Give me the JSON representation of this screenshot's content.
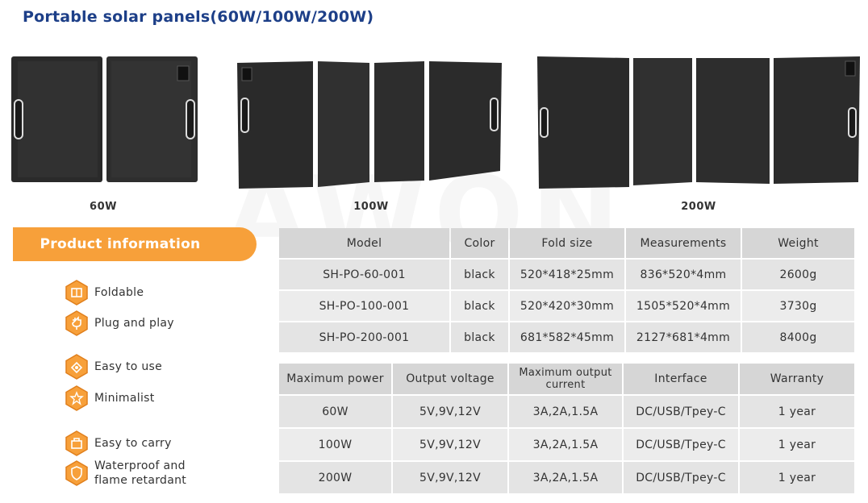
{
  "page": {
    "title": "Portable solar panels(60W/100W/200W)"
  },
  "panels": [
    {
      "caption": "60W"
    },
    {
      "caption": "100W"
    },
    {
      "caption": "200W"
    }
  ],
  "watermark": {
    "text": "AWON"
  },
  "info": {
    "banner": "Product information"
  },
  "features": [
    {
      "label": "Foldable",
      "icon": "fold-icon"
    },
    {
      "label": "Plug and play",
      "icon": "plug-icon"
    },
    {
      "label": "Easy to use",
      "icon": "hand-icon"
    },
    {
      "label": "Minimalist",
      "icon": "star-icon"
    },
    {
      "label": "Easy to carry",
      "icon": "bag-icon"
    },
    {
      "label": "Waterproof and flame retardant",
      "icon": "shield-icon"
    }
  ],
  "specs": {
    "headers": [
      "Model",
      "Color",
      "Fold size",
      "Measurements",
      "Weight"
    ],
    "rows": [
      [
        "SH-PO-60-001",
        "black",
        "520*418*25mm",
        "836*520*4mm",
        "2600g"
      ],
      [
        "SH-PO-100-001",
        "black",
        "520*420*30mm",
        "1505*520*4mm",
        "3730g"
      ],
      [
        "SH-PO-200-001",
        "black",
        "681*582*45mm",
        "2127*681*4mm",
        "8400g"
      ]
    ]
  },
  "electrical": {
    "headers": [
      "Maximum power",
      "Output voltage",
      "Maximum output current",
      "Interface",
      "Warranty"
    ],
    "rows": [
      [
        "60W",
        "5V,9V,12V",
        "3A,2A,1.5A",
        "DC/USB/Tpey-C",
        "1 year"
      ],
      [
        "100W",
        "5V,9V,12V",
        "3A,2A,1.5A",
        "DC/USB/Tpey-C",
        "1 year"
      ],
      [
        "200W",
        "5V,9V,12V",
        "3A,2A,1.5A",
        "DC/USB/Tpey-C",
        "1 year"
      ]
    ]
  },
  "colors": {
    "title": "#1d3f88",
    "accent": "#f7a03a",
    "panel": "#2b2b2b"
  }
}
